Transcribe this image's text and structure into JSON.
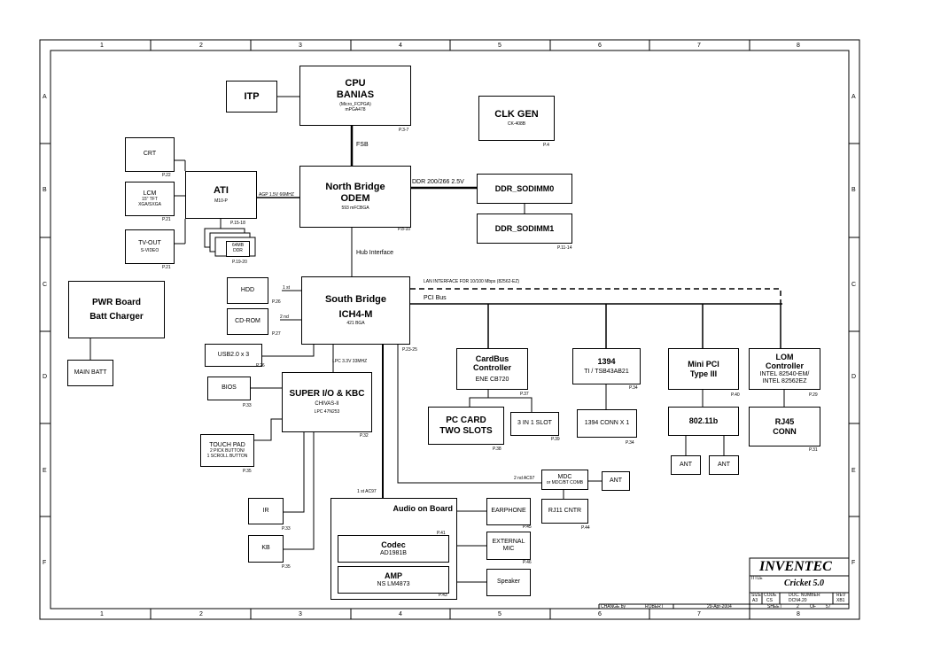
{
  "border": {
    "columns": [
      "1",
      "2",
      "3",
      "4",
      "5",
      "6",
      "7",
      "8"
    ],
    "rows": [
      "A",
      "B",
      "C",
      "D",
      "E",
      "F"
    ]
  },
  "blocks": {
    "itp": "ITP",
    "cpu": {
      "title": "CPU",
      "name": "BANIAS",
      "sub1": "(Micro_FCPGA)",
      "sub2": "mPGA478",
      "page": "P.3-7"
    },
    "clkgen": {
      "title": "CLK GEN",
      "sub": "CK-408B",
      "page": "P.4"
    },
    "crt": {
      "title": "CRT",
      "page": "P.22"
    },
    "lcm": {
      "title": "LCM",
      "sub1": "15\" TFT",
      "sub2": "XGA/SXGA",
      "page": "P.21"
    },
    "tvout": {
      "title": "TV-OUT",
      "sub": "S-VIDEO",
      "page": "P.21"
    },
    "ati": {
      "title": "ATI",
      "sub": "M10-P",
      "page": "P.15-18"
    },
    "vram": {
      "l1": "64MB",
      "l2": "DDR",
      "page": "P.19-20"
    },
    "northbridge": {
      "title": "North Bridge",
      "name": "ODEM",
      "sub": "593 mFCBGA",
      "page": "P.8-10"
    },
    "ddr0": {
      "title": "DDR_SODIMM0"
    },
    "ddr1": {
      "title": "DDR_SODIMM1",
      "page": "P.11-14"
    },
    "pwr": {
      "l1": "PWR Board",
      "l2": "Batt Charger"
    },
    "mainbatt": {
      "title": "MAIN BATT"
    },
    "hdd": {
      "title": "HDD",
      "page": "P.26"
    },
    "cdrom": {
      "title": "CD-ROM",
      "page": "P.27"
    },
    "southbridge": {
      "title": "South Bridge",
      "name": "ICH4-M",
      "sub": "421 BGA"
    },
    "usb": {
      "title": "USB2.0 x 3",
      "page": "P.26"
    },
    "bios": {
      "title": "BIOS",
      "page": "P.33"
    },
    "superio": {
      "title": "SUPER I/O & KBC",
      "name": "CHIVAS-II",
      "sub": "LPC 47N253",
      "page": "P.32"
    },
    "touchpad": {
      "l1": "TOUCH PAD",
      "l2": "2 PICK BUTTON/",
      "l3": "1 SCROLL BUTTON",
      "page": "P.35"
    },
    "ir": {
      "title": "IR",
      "page": "P.33"
    },
    "kb": {
      "title": "KB",
      "page": "P.35"
    },
    "cardbus": {
      "l1": "CardBus",
      "l2": "Controller",
      "sub": "ENE CB720",
      "page": "P.37"
    },
    "pccard": {
      "l1": "PC CARD",
      "l2": "TWO SLOTS",
      "page": "P.38"
    },
    "threein1": {
      "title": "3 IN 1 SLOT",
      "page": "P.39"
    },
    "ieee1394": {
      "title": "1394",
      "sub": "TI / TSB43AB21",
      "page": "P.34"
    },
    "conn1394": {
      "title": "1394 CONN X 1",
      "page": "P.34"
    },
    "minipci": {
      "l1": "Mini PCI",
      "l2": "Type III",
      "page": "P.40"
    },
    "wlan": {
      "title": "802.11b"
    },
    "ant1": "ANT",
    "ant2": "ANT",
    "lom": {
      "l1": "LOM",
      "l2": "Controller",
      "s1": "INTEL 82540-EM/",
      "s2": "INTEL 82562EZ",
      "page": "P.29"
    },
    "rj45": {
      "l1": "RJ45",
      "l2": "CONN",
      "page": "P.31"
    },
    "audio": {
      "title": "Audio on Board",
      "page": "P.41"
    },
    "codec": {
      "title": "Codec",
      "sub": "AD1981B"
    },
    "amp": {
      "title": "AMP",
      "sub": "NS LM4873",
      "page": "P.43"
    },
    "earphone": {
      "title": "EARPHONE",
      "page": "P.45"
    },
    "extmic": {
      "l1": "EXTERNAL",
      "l2": "MIC",
      "page": "P.46"
    },
    "speaker": {
      "title": "Speaker"
    },
    "mdc": {
      "title": "MDC",
      "sub": "or MDC/BT COMB"
    },
    "antmdc": "ANT",
    "rj11": {
      "title": "RJ11 CNTR",
      "page": "P.44"
    }
  },
  "labels": {
    "fsb": "FSB",
    "ddr_bus": "DDR 200/266  2.5V",
    "agp": "AGP 1.5V 66MHZ",
    "hub": "Hub Interface",
    "lan": "LAN INTERFACE FOR 10/100 Mbps      (82562-EZ)",
    "pci": "PCI Bus",
    "first": "1 st",
    "second": "2 nd",
    "lpc": "LPC 3.3V 33MHZ",
    "p2325": "P.23-25",
    "ac97_1": "1 st AC97",
    "ac97_2": "2 nd AC97"
  },
  "titleblock": {
    "company": "INVENTEC",
    "title_label": "TITLE",
    "title": "Cricket 5.0",
    "size_label": "SIZE",
    "size": "A3",
    "code_label": "CODE",
    "code": "CS",
    "docnum_label": "DOC. NUMBER",
    "docnum": "DCN4.20",
    "rev_label": "REV",
    "rev": "XB1",
    "sheet_label": "SHEET",
    "sheet": "2",
    "of_label": "OF",
    "of": "57",
    "changed_label": "CHANGE by",
    "changed_by": "ROBERT",
    "date": "29-Apr-2004"
  }
}
